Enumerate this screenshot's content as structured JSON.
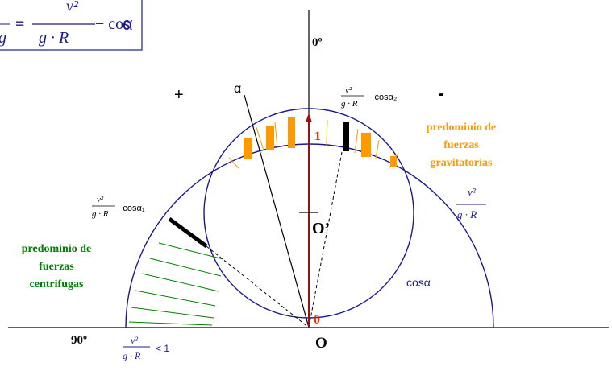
{
  "formula_box": {
    "equals": "=",
    "left_denominator": "g",
    "numerator": "v²",
    "denominator": "g · R",
    "minus_cos": "− cos",
    "alpha": "α"
  },
  "labels": {
    "zero_deg": "0º",
    "ninety_deg": "90º",
    "plus": "+",
    "minus": "-",
    "alpha": "α",
    "one": "1",
    "zero": "0",
    "point_O": "O",
    "point_O_prime": "O’",
    "cos_alpha": "cosα"
  },
  "annotations": {
    "top_expr": {
      "numerator": "v²",
      "denominator": "g · R",
      "tail": "− cosα₂"
    },
    "left_expr": {
      "numerator": "v²",
      "denominator": "g · R",
      "tail": "−cosα₁"
    },
    "right_expr": {
      "numerator": "v²",
      "denominator": "g · R"
    },
    "bottom_expr": {
      "numerator": "v²",
      "denominator": "g · R",
      "tail": "< 1"
    }
  },
  "regions": {
    "gravitational": [
      "predominio de",
      "fuerzas",
      "gravitatorias"
    ],
    "centrifugal": [
      "predominio de",
      "fuerzas",
      "centrifugas"
    ]
  },
  "colors": {
    "axis": "#000000",
    "circle": "#1a1a8c",
    "vector": "#a01010",
    "orange": "#ff9900",
    "green": "#008000",
    "blue_text": "#1a1a8c",
    "red_text": "#e03010"
  }
}
